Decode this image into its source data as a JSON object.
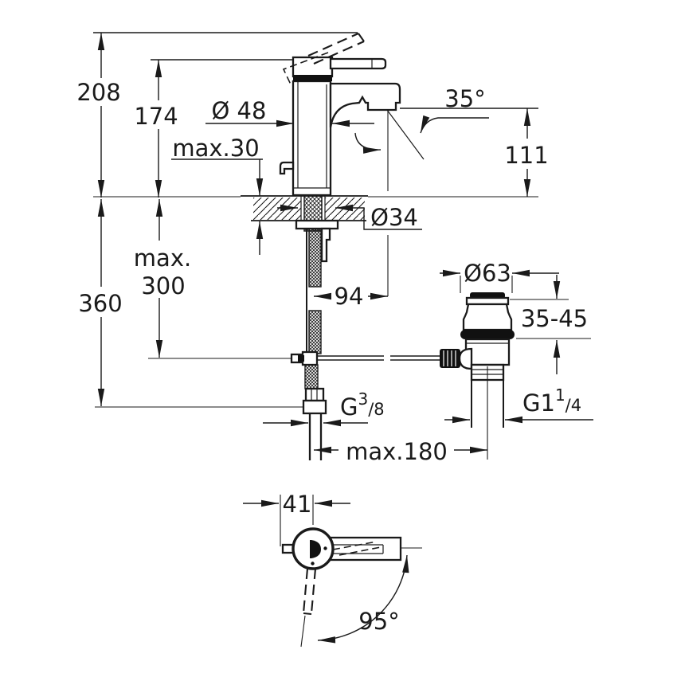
{
  "drawing": {
    "kind": "faucet installation dimension drawing",
    "ink_color": "#1a1a1a",
    "background": "#ffffff"
  },
  "dimensions": {
    "overall_height": "208",
    "height_to_handle": "174",
    "body_diameter": "Ø 48",
    "max_deck_thickness": "max.30",
    "spout_angle": "35°",
    "outlet_height": "111",
    "hole_diameter": "Ø34",
    "spout_projection": "94",
    "supply_drop": "360",
    "rod_drop_line1": "max.",
    "rod_drop_line2": "300",
    "waste_flange_diameter": "Ø63",
    "basin_thickness_range": "35-45",
    "supply_thread_base": "G",
    "supply_thread_sup": "3",
    "supply_thread_sub": "/8",
    "waste_thread_base": "G1",
    "waste_thread_sup": "1",
    "waste_thread_sub": "/4",
    "max_waste_distance": "max.180",
    "handle_offset": "41",
    "handle_swing_angle": "95°"
  }
}
